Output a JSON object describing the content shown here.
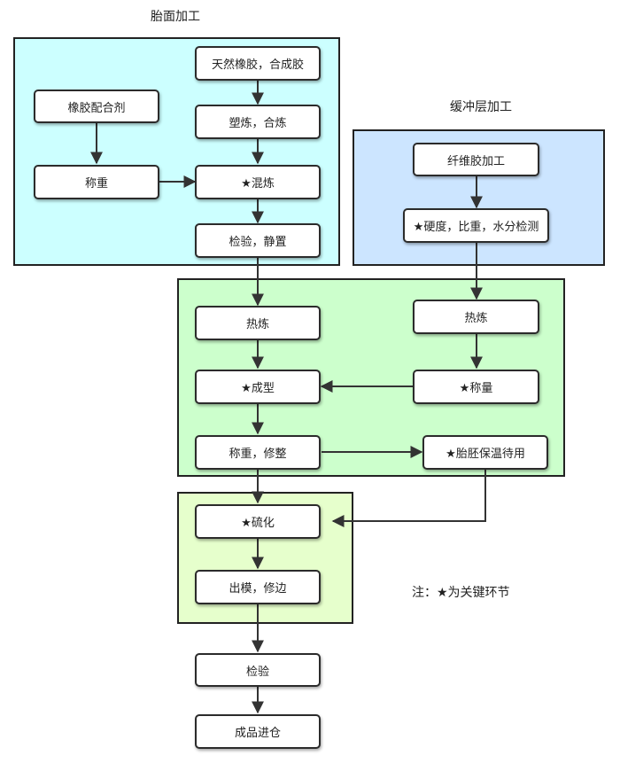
{
  "titles": {
    "tread": "胎面加工",
    "cushion": "缓冲层加工"
  },
  "colors": {
    "tread_bg": "#ccffff",
    "cushion_bg": "#cce5ff",
    "mix_bg": "#ccffcc",
    "cure_bg": "#e6ffcc",
    "line": "#333333"
  },
  "nodes": {
    "natural_rubber": "天然橡胶，合成胶",
    "plasticize": "塑炼，合炼",
    "mixing": "★混炼",
    "inspect_rest": "检验，静置",
    "compounding_agent": "橡胶配合剂",
    "weigh": "称重",
    "fiber_rubber": "纤维胶加工",
    "hardness_test": "★硬度，比重，水分检测",
    "hot_refine_left": "热炼",
    "hot_refine_right": "热炼",
    "forming": "★成型",
    "weigh_star": "★称量",
    "weigh_trim": "称重，修整",
    "blank_storage": "★胎胚保温待用",
    "vulcanize": "★硫化",
    "demold_trim": "出模，修边",
    "inspect": "检验",
    "warehouse": "成品进仓"
  },
  "note": "注：★为关键环节"
}
